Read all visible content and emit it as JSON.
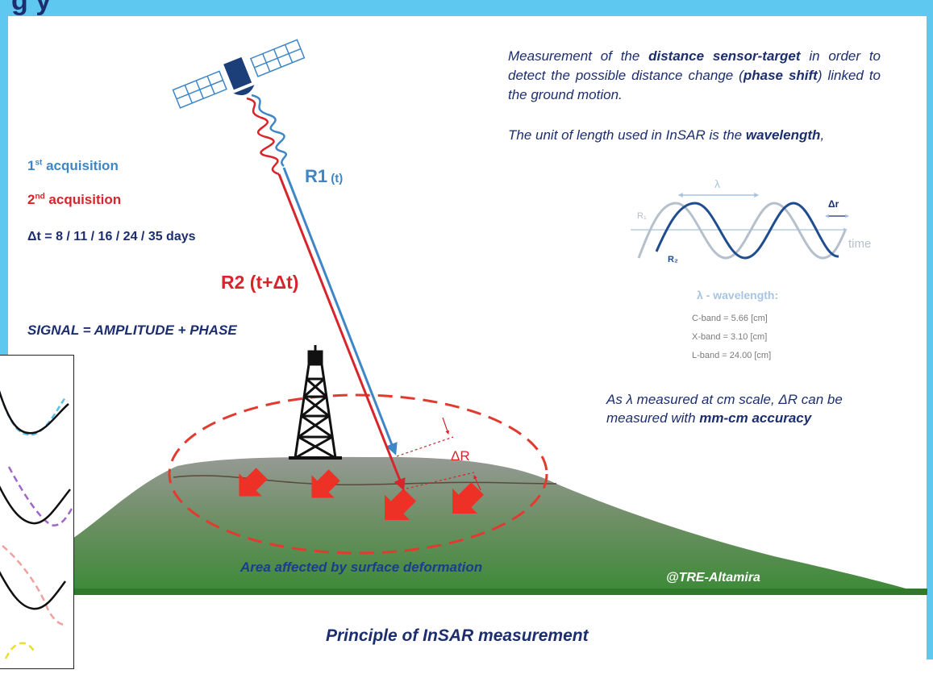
{
  "colors": {
    "frame": "#5ec8f0",
    "navy": "#1c2e6e",
    "blue_signal": "#3f86c7",
    "red_signal": "#d8242b",
    "hill_top": "#8f9690",
    "hill_bottom": "#3f8f3a",
    "wave_light": "#a9c4e0",
    "wave_dark": "#1f4d8f"
  },
  "header": {
    "title_fragment": "g   y"
  },
  "legend": {
    "acq1_num": "1",
    "acq1_sup": "st",
    "acq1_text": " acquisition",
    "acq2_num": "2",
    "acq2_sup": "nd",
    "acq2_text": " acquisition",
    "delta_t": "Δt = 8 / 11 / 16 / 24 / 35 days",
    "signal": "SIGNAL = AMPLITUDE + PHASE"
  },
  "rays": {
    "r1_main": "R1",
    "r1_time": " (t)",
    "r2": "R2 (t+Δt)"
  },
  "description": {
    "p1_a": "Measurement of the ",
    "p1_b": "distance sensor-target",
    "p1_c": " in order to detect the possible distance change (",
    "p1_d": "phase shift",
    "p1_e": ") linked to the ground motion.",
    "p2_a": "The unit of length used in InSAR is the ",
    "p2_b": "wavelength",
    "p2_c": ","
  },
  "wave_diagram": {
    "lambda": "λ",
    "delta_r_small": "Δr",
    "r1_label": "R₁",
    "r2_label": "R₂",
    "time_label": "time"
  },
  "wavelength_table": {
    "title": "λ - wavelength:",
    "bands": [
      "C-band =   5.66 [cm]",
      "X-band =   3.10 [cm]",
      "L-band = 24.00 [cm]"
    ]
  },
  "accuracy": {
    "a": "As λ measured at cm scale, ΔR can be measured with ",
    "b": "mm-cm accuracy"
  },
  "ground": {
    "delta_R": "ΔR",
    "area_label": "Area affected by surface deformation",
    "credit": "@TRE-Altamira"
  },
  "caption": "Principle of InSAR measurement",
  "inset_curve_colors": [
    "#5bbfe8",
    "#a066c8",
    "#f0a0a0",
    "#e8e030"
  ]
}
